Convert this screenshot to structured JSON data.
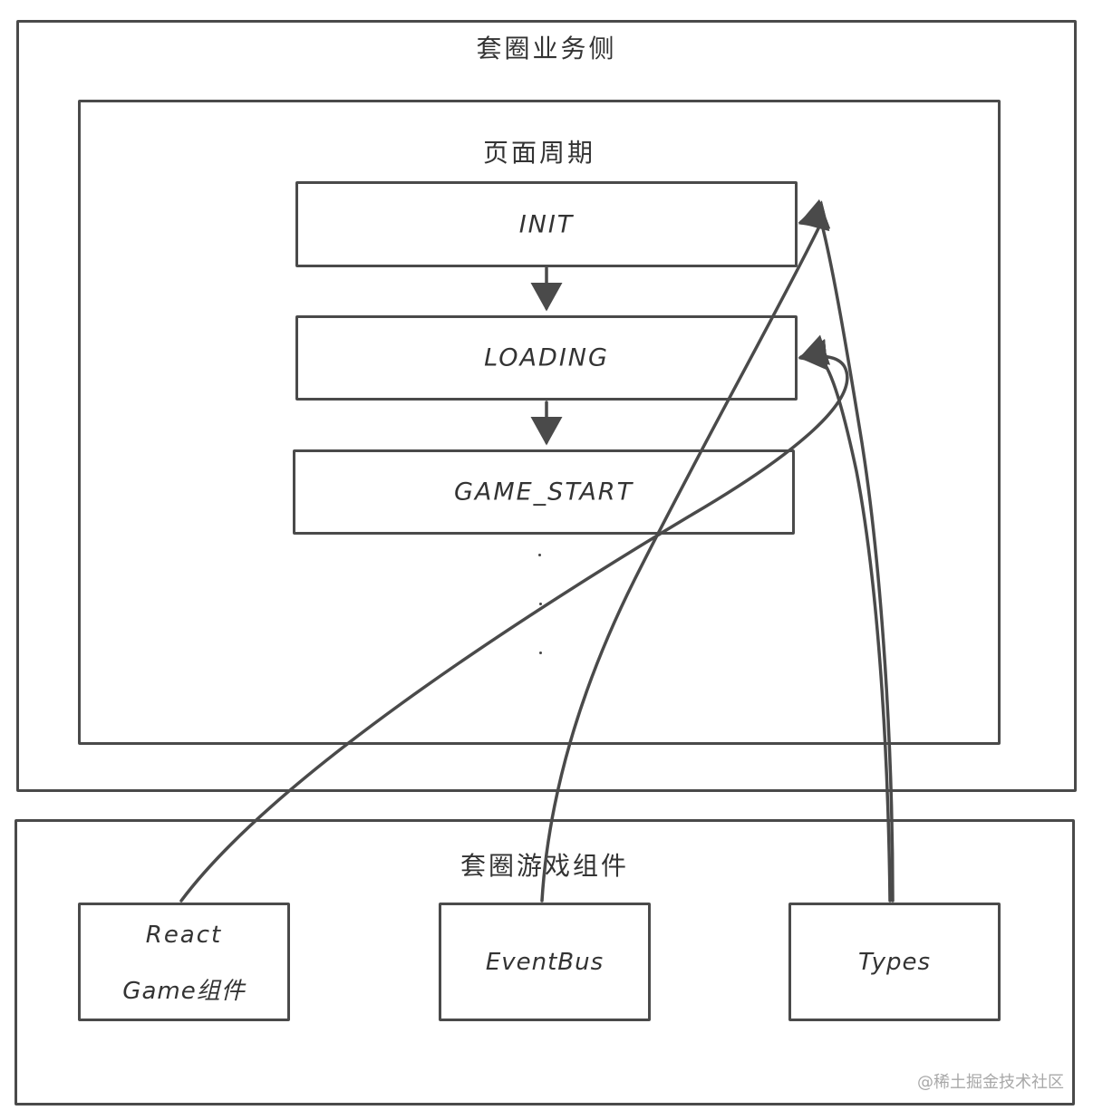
{
  "business_side": {
    "title": "套圈业务侧",
    "page_lifecycle": {
      "title": "页面周期",
      "stages": [
        "INIT",
        "LOADING",
        "GAME_START"
      ],
      "ellipsis": "· · ·"
    }
  },
  "game_component": {
    "title": "套圈游戏组件",
    "modules": {
      "react_game_line1": "React",
      "react_game_line2": "Game组件",
      "event_bus": "EventBus",
      "types": "Types"
    }
  },
  "watermark": "@稀土掘金技术社区",
  "colors": {
    "stroke": "#4a4a4a",
    "text": "#333333",
    "watermark": "#a8a8a8"
  }
}
